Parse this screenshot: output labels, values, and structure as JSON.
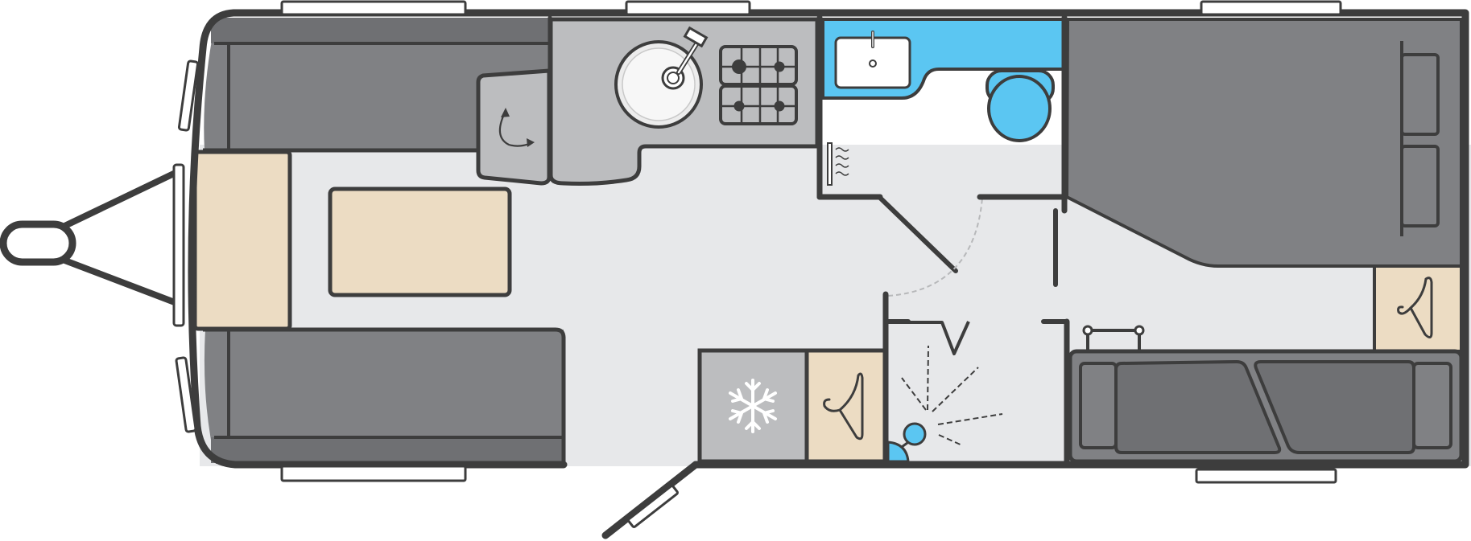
{
  "diagram": {
    "type": "caravan-floor-plan",
    "colors": {
      "outline": "#3d3d3d",
      "floor": "#e7e8ea",
      "upholstery": "#808184",
      "upholstery_inner": "#6f7073",
      "worktop": "#bcbdbf",
      "table": "#ecdcc3",
      "storage": "#ecdcc3",
      "fridge": "#bcbdbf",
      "bathroom_blue": "#5bc6f2",
      "window": "#ffffff",
      "door_arc": "#b7b8ba"
    },
    "features": [
      "a-frame-hitch",
      "front-windows",
      "front-l-lounge",
      "front-chest",
      "dinette-table",
      "kitchen-worktop",
      "sink",
      "hob",
      "corner-cupboard",
      "washroom",
      "basin",
      "toilet",
      "towel-radiator",
      "washroom-door",
      "fridge",
      "wardrobe",
      "shower",
      "entrance-door",
      "rear-bed",
      "bedside-wardrobe",
      "rear-settee"
    ]
  }
}
